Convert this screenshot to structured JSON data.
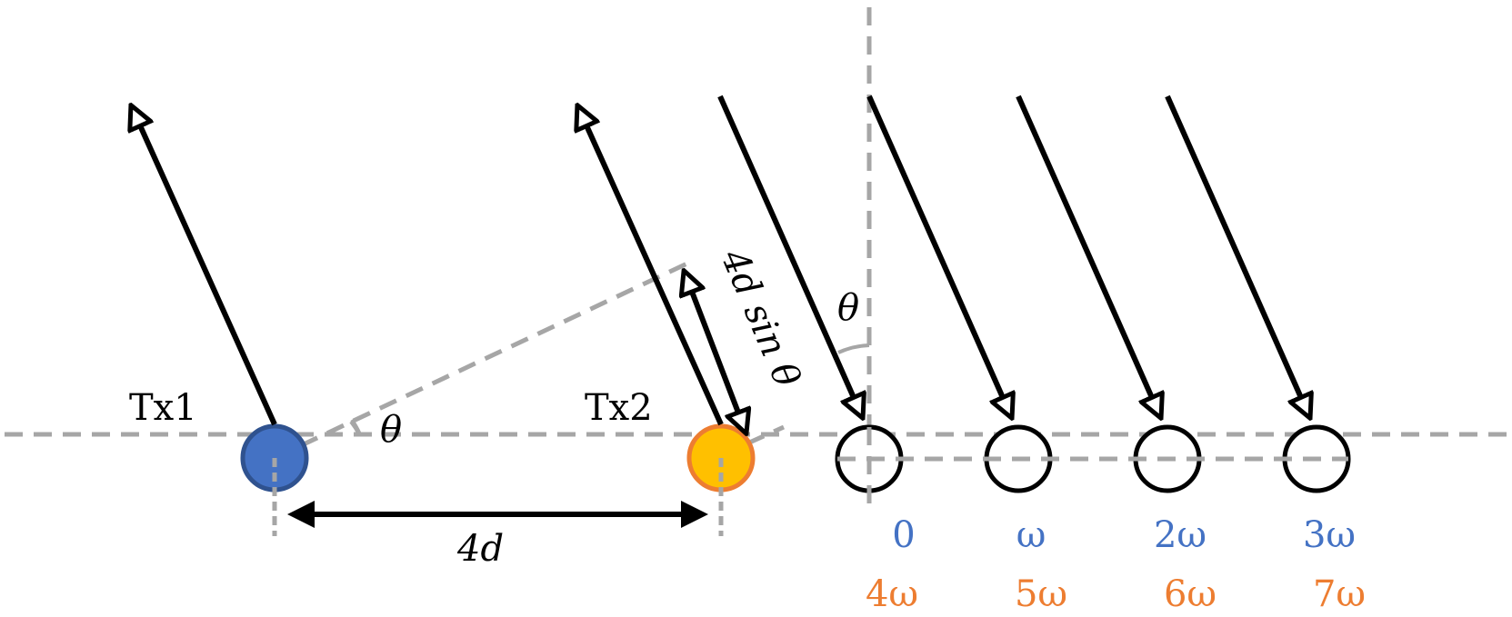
{
  "labels": {
    "tx1": "Tx1",
    "tx2": "Tx2",
    "theta_tx": "θ",
    "theta_rx": "θ",
    "path_diff": "4d sin θ",
    "spacing": "4d"
  },
  "receivers": [
    {
      "phase_tx1": "0",
      "phase_tx2": "4ω"
    },
    {
      "phase_tx1": "ω",
      "phase_tx2": "5ω"
    },
    {
      "phase_tx1": "2ω",
      "phase_tx2": "6ω"
    },
    {
      "phase_tx1": "3ω",
      "phase_tx2": "7ω"
    }
  ],
  "colors": {
    "tx1_fill": "#4472c4",
    "tx1_stroke": "#2f528f",
    "tx2_fill": "#ffc000",
    "tx2_stroke": "#ed7d31",
    "phase_tx1": "#4472c4",
    "phase_tx2": "#ed7d31",
    "guide": "#a6a6a6"
  }
}
